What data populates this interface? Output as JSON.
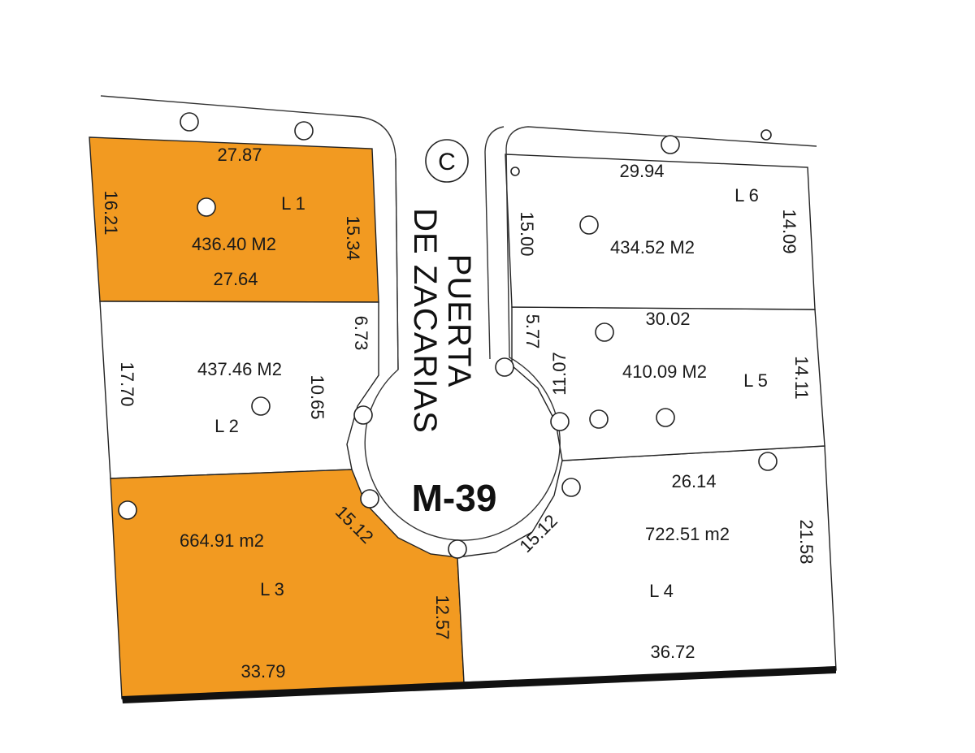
{
  "colors": {
    "highlight_lot": "#F29A21",
    "plain_lot": "#FFFFFF",
    "outline": "#222222",
    "street_line": "#333333"
  },
  "block": {
    "name": "M-39"
  },
  "street": {
    "line1": "PUERTA",
    "line2": "DE ZACARIAS"
  },
  "marker": {
    "letter": "C"
  },
  "lots": {
    "l1": {
      "name": "L 1",
      "area": "436.40 M2",
      "top": "27.87",
      "bottom": "27.64",
      "left": "16.21",
      "right": "15.34"
    },
    "l2": {
      "name": "L 2",
      "area": "437.46 M2",
      "left": "17.70",
      "right_top": "6.73",
      "right_curve": "10.65"
    },
    "l3": {
      "name": "L 3",
      "area": "664.91 m2",
      "curve": "15.12",
      "right": "12.57",
      "bottom": "33.79"
    },
    "l4": {
      "name": "L 4",
      "area": "722.51 m2",
      "top": "26.14",
      "curve": "15.12",
      "right": "21.58",
      "bottom": "36.72"
    },
    "l5": {
      "name": "L 5",
      "area": "410.09 M2",
      "top": "30.02",
      "left_top": "5.77",
      "left_curve": "11.07",
      "right": "14.11"
    },
    "l6": {
      "name": "L 6",
      "area": "434.52 M2",
      "top": "29.94",
      "left": "15.00",
      "right": "14.09"
    }
  }
}
